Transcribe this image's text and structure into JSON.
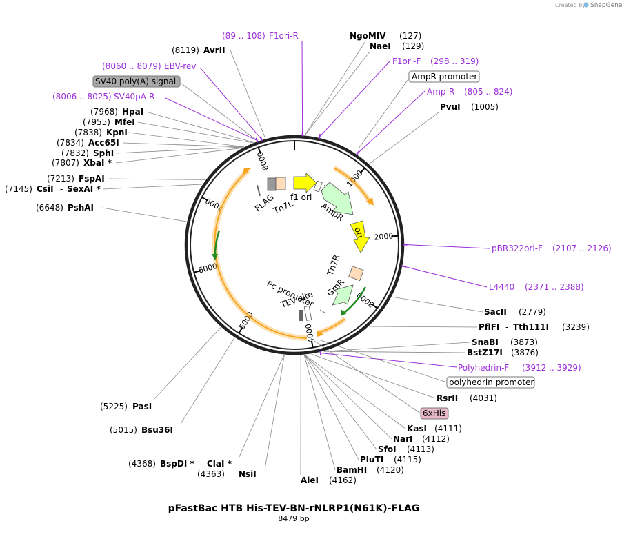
{
  "plasmid": {
    "name": "pFastBac HTB His-TEV-BN-rNLRP1(N61K)-FLAG",
    "length_text": "8479 bp",
    "length": 8479
  },
  "credit": {
    "prefix": "Created by",
    "brand": "SnapGene"
  },
  "ruler": {
    "ticks": [
      1000,
      2000,
      3000,
      4000,
      5000,
      6000,
      7000,
      8000
    ]
  },
  "sites": [
    {
      "name": "NgoMIV",
      "pos": "(127)",
      "bp": 127
    },
    {
      "name": "NaeI",
      "pos": "(129)",
      "bp": 129
    },
    {
      "name": "PvuI",
      "pos": "(1005)",
      "bp": 1005
    },
    {
      "name": "SacII",
      "pos": "(2779)",
      "bp": 2779
    },
    {
      "name": "PflFI",
      "name2": "Tth111I",
      "pos": "(3239)",
      "bp": 3239
    },
    {
      "name": "SnaBI",
      "pos": "(3873)",
      "bp": 3873
    },
    {
      "name": "BstZ17I",
      "pos": "(3876)",
      "bp": 3876
    },
    {
      "name": "RsrII",
      "pos": "(4031)",
      "bp": 4031
    },
    {
      "name": "KasI",
      "pos": "(4111)",
      "bp": 4111
    },
    {
      "name": "NarI",
      "pos": "(4112)",
      "bp": 4112
    },
    {
      "name": "SfoI",
      "pos": "(4113)",
      "bp": 4113
    },
    {
      "name": "PluTI",
      "pos": "(4115)",
      "bp": 4115
    },
    {
      "name": "BamHI",
      "pos": "(4120)",
      "bp": 4120
    },
    {
      "name": "AleI",
      "pos": "(4162)",
      "bp": 4162
    },
    {
      "name": "NsiI",
      "pos": "(4363)",
      "bp": 4363
    },
    {
      "name": "BspDI *",
      "name2": "ClaI *",
      "pos": "(4368)",
      "bp": 4368
    },
    {
      "name": "Bsu36I",
      "pos": "(5015)",
      "bp": 5015
    },
    {
      "name": "PasI",
      "pos": "(5225)",
      "bp": 5225
    },
    {
      "name": "PshAI",
      "pos": "(6648)",
      "bp": 6648
    },
    {
      "name": "CsiI",
      "name2": "SexAI *",
      "pos": "(7145)",
      "bp": 7145
    },
    {
      "name": "FspAI",
      "pos": "(7213)",
      "bp": 7213
    },
    {
      "name": "XbaI *",
      "pos": "(7807)",
      "bp": 7807
    },
    {
      "name": "SphI",
      "pos": "(7832)",
      "bp": 7832
    },
    {
      "name": "Acc65I",
      "pos": "(7834)",
      "bp": 7834
    },
    {
      "name": "KpnI",
      "pos": "(7838)",
      "bp": 7838
    },
    {
      "name": "MfeI",
      "pos": "(7955)",
      "bp": 7955
    },
    {
      "name": "HpaI",
      "pos": "(7968)",
      "bp": 7968
    },
    {
      "name": "AvrII",
      "pos": "(8119)",
      "bp": 8119
    }
  ],
  "primers": [
    {
      "name": "F1ori-R",
      "range": "(89 .. 108)",
      "bp": 98
    },
    {
      "name": "F1ori-F",
      "range": "(298 .. 319)",
      "bp": 308
    },
    {
      "name": "Amp-R",
      "range": "(805 .. 824)",
      "bp": 814
    },
    {
      "name": "pBR322ori-F",
      "range": "(2107 .. 2126)",
      "bp": 2116
    },
    {
      "name": "L4440",
      "range": "(2371 .. 2388)",
      "bp": 2380
    },
    {
      "name": "Polyhedrin-F",
      "range": "(3912 .. 3929)",
      "bp": 3920
    },
    {
      "name": "SV40pA-R",
      "range": "(8006 .. 8025)",
      "bp": 8015
    },
    {
      "name": "EBV-rev",
      "range": "(8060 .. 8079)",
      "bp": 8070
    }
  ],
  "boxed_features": [
    {
      "name": "AmpR promoter",
      "style": "white"
    },
    {
      "name": "polyhedrin promoter",
      "style": "white"
    },
    {
      "name": "6xHis",
      "style": "pink"
    },
    {
      "name": "SV40 poly(A) signal",
      "style": "gray"
    }
  ],
  "inner_features": [
    {
      "name": "f1 ori",
      "color": "#ffff00"
    },
    {
      "name": "AmpR",
      "color": "#ccffcc"
    },
    {
      "name": "ori",
      "color": "#ffff00"
    },
    {
      "name": "Tn7R",
      "color": "#ffddbb"
    },
    {
      "name": "GmR",
      "color": "#ccffcc"
    },
    {
      "name": "TEV site",
      "color": "#ffffff"
    },
    {
      "name": "Pc promoter",
      "color": "#ffffff"
    },
    {
      "name": "FLAG",
      "color": "#ffffff"
    },
    {
      "name": "Tn7L",
      "color": "#ffddbb"
    }
  ],
  "colors": {
    "primer": "#9b30d9",
    "orf_arc": "#f7a520",
    "orf_arc_light": "#fce5b8",
    "green_arrow": "#228b22",
    "backbone": "#222222"
  }
}
